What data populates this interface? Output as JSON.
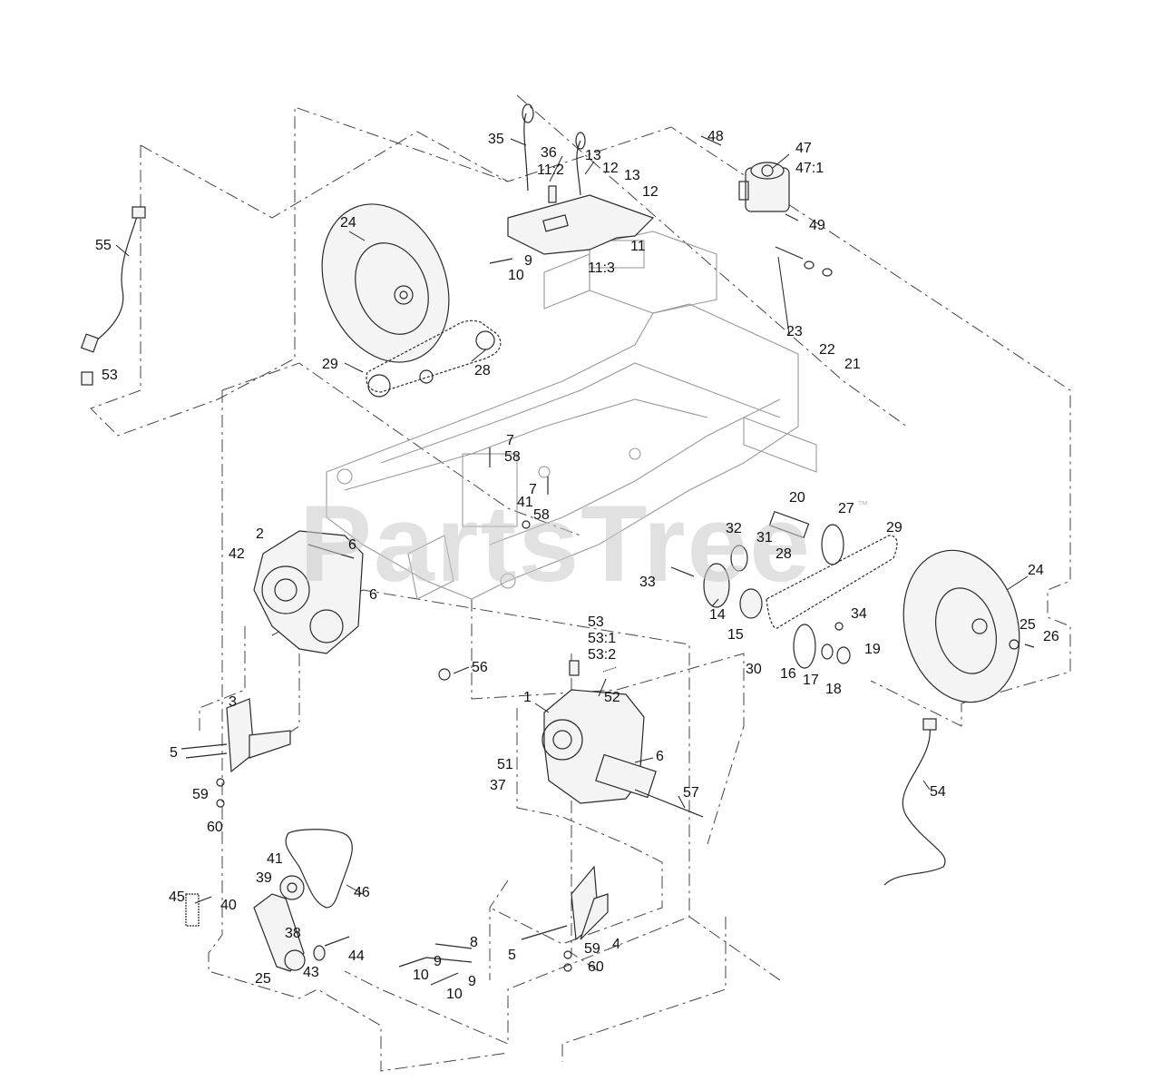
{
  "watermark": {
    "text": "PartsTree",
    "trademark": "™"
  },
  "callouts": [
    {
      "id": "c35",
      "text": "35"
    },
    {
      "id": "c36",
      "text": "36"
    },
    {
      "id": "c13a",
      "text": "13"
    },
    {
      "id": "c11_2",
      "text": "11:2"
    },
    {
      "id": "c12a",
      "text": "12"
    },
    {
      "id": "c13b",
      "text": "13"
    },
    {
      "id": "c12b",
      "text": "12"
    },
    {
      "id": "c11",
      "text": "11"
    },
    {
      "id": "c11_3",
      "text": "11:3"
    },
    {
      "id": "c9a",
      "text": "9"
    },
    {
      "id": "c10a",
      "text": "10"
    },
    {
      "id": "c48",
      "text": "48"
    },
    {
      "id": "c47",
      "text": "47"
    },
    {
      "id": "c47_1",
      "text": "47:1"
    },
    {
      "id": "c49",
      "text": "49"
    },
    {
      "id": "c24a",
      "text": "24"
    },
    {
      "id": "c55",
      "text": "55"
    },
    {
      "id": "c53a",
      "text": "53"
    },
    {
      "id": "c29a",
      "text": "29"
    },
    {
      "id": "c28a",
      "text": "28"
    },
    {
      "id": "c23",
      "text": "23"
    },
    {
      "id": "c22",
      "text": "22"
    },
    {
      "id": "c21",
      "text": "21"
    },
    {
      "id": "c7a",
      "text": "7"
    },
    {
      "id": "c58a",
      "text": "58"
    },
    {
      "id": "c7b",
      "text": "7"
    },
    {
      "id": "c41a",
      "text": "41"
    },
    {
      "id": "c58b",
      "text": "58"
    },
    {
      "id": "c20",
      "text": "20"
    },
    {
      "id": "c27",
      "text": "27"
    },
    {
      "id": "c29b",
      "text": "29"
    },
    {
      "id": "c32",
      "text": "32"
    },
    {
      "id": "c31",
      "text": "31"
    },
    {
      "id": "c28b",
      "text": "28"
    },
    {
      "id": "c24b",
      "text": "24"
    },
    {
      "id": "c2",
      "text": "2"
    },
    {
      "id": "c6a",
      "text": "6"
    },
    {
      "id": "c42",
      "text": "42"
    },
    {
      "id": "c6b",
      "text": "6"
    },
    {
      "id": "c33",
      "text": "33"
    },
    {
      "id": "c14",
      "text": "14"
    },
    {
      "id": "c15",
      "text": "15"
    },
    {
      "id": "c34",
      "text": "34"
    },
    {
      "id": "c25a",
      "text": "25"
    },
    {
      "id": "c26",
      "text": "26"
    },
    {
      "id": "c19",
      "text": "19"
    },
    {
      "id": "c30",
      "text": "30"
    },
    {
      "id": "c16",
      "text": "16"
    },
    {
      "id": "c17",
      "text": "17"
    },
    {
      "id": "c18",
      "text": "18"
    },
    {
      "id": "c53b",
      "text": "53"
    },
    {
      "id": "c53_1",
      "text": "53:1"
    },
    {
      "id": "c53_2",
      "text": "53:2"
    },
    {
      "id": "c56",
      "text": "56"
    },
    {
      "id": "c1",
      "text": "1"
    },
    {
      "id": "c52",
      "text": "52"
    },
    {
      "id": "c3",
      "text": "3"
    },
    {
      "id": "c5a",
      "text": "5"
    },
    {
      "id": "c51",
      "text": "51"
    },
    {
      "id": "c6c",
      "text": "6"
    },
    {
      "id": "c37",
      "text": "37"
    },
    {
      "id": "c57",
      "text": "57"
    },
    {
      "id": "c54",
      "text": "54"
    },
    {
      "id": "c59a",
      "text": "59"
    },
    {
      "id": "c60a",
      "text": "60"
    },
    {
      "id": "c41b",
      "text": "41"
    },
    {
      "id": "c39",
      "text": "39"
    },
    {
      "id": "c46",
      "text": "46"
    },
    {
      "id": "c45",
      "text": "45"
    },
    {
      "id": "c40",
      "text": "40"
    },
    {
      "id": "c38",
      "text": "38"
    },
    {
      "id": "c44",
      "text": "44"
    },
    {
      "id": "c43",
      "text": "43"
    },
    {
      "id": "c25b",
      "text": "25"
    },
    {
      "id": "c8",
      "text": "8"
    },
    {
      "id": "c9b",
      "text": "9"
    },
    {
      "id": "c10b",
      "text": "10"
    },
    {
      "id": "c9c",
      "text": "9"
    },
    {
      "id": "c10c",
      "text": "10"
    },
    {
      "id": "c5b",
      "text": "5"
    },
    {
      "id": "c59b",
      "text": "59"
    },
    {
      "id": "c4",
      "text": "4"
    },
    {
      "id": "c60b",
      "text": "60"
    }
  ]
}
